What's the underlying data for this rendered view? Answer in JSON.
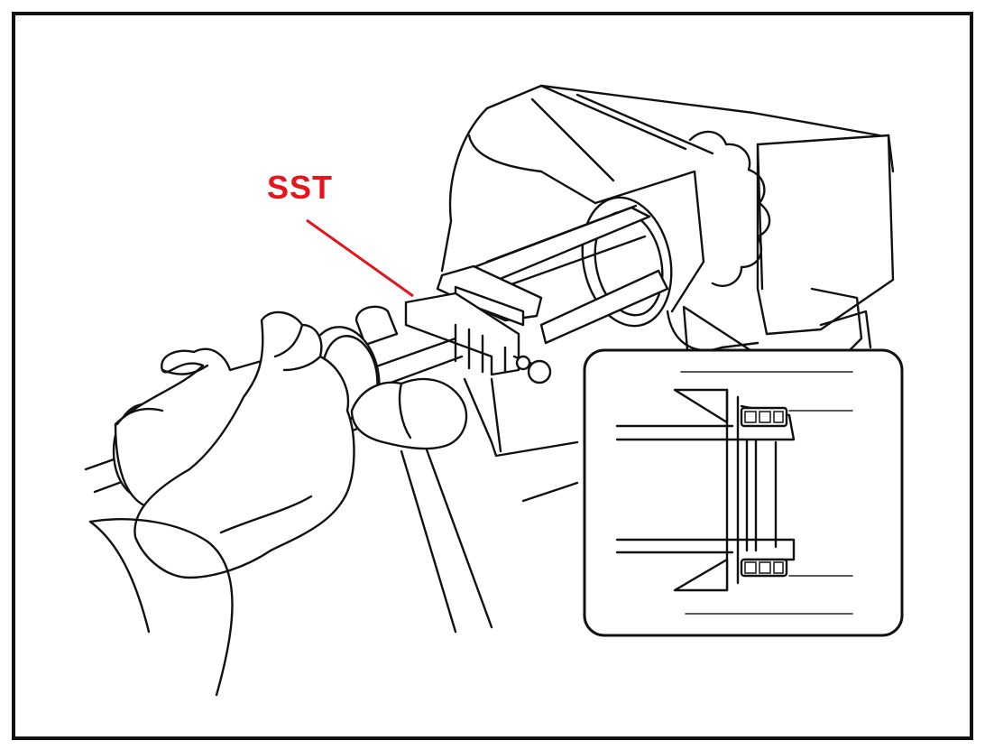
{
  "callout": {
    "label": "SST",
    "color": "#e8141c"
  },
  "colors": {
    "line": "#111111",
    "background": "#ffffff"
  },
  "icons": [
    "bench-vise",
    "slide-hammer-handle",
    "gloved-hand",
    "bearing-puller-tool",
    "bearing-detail-inset"
  ]
}
